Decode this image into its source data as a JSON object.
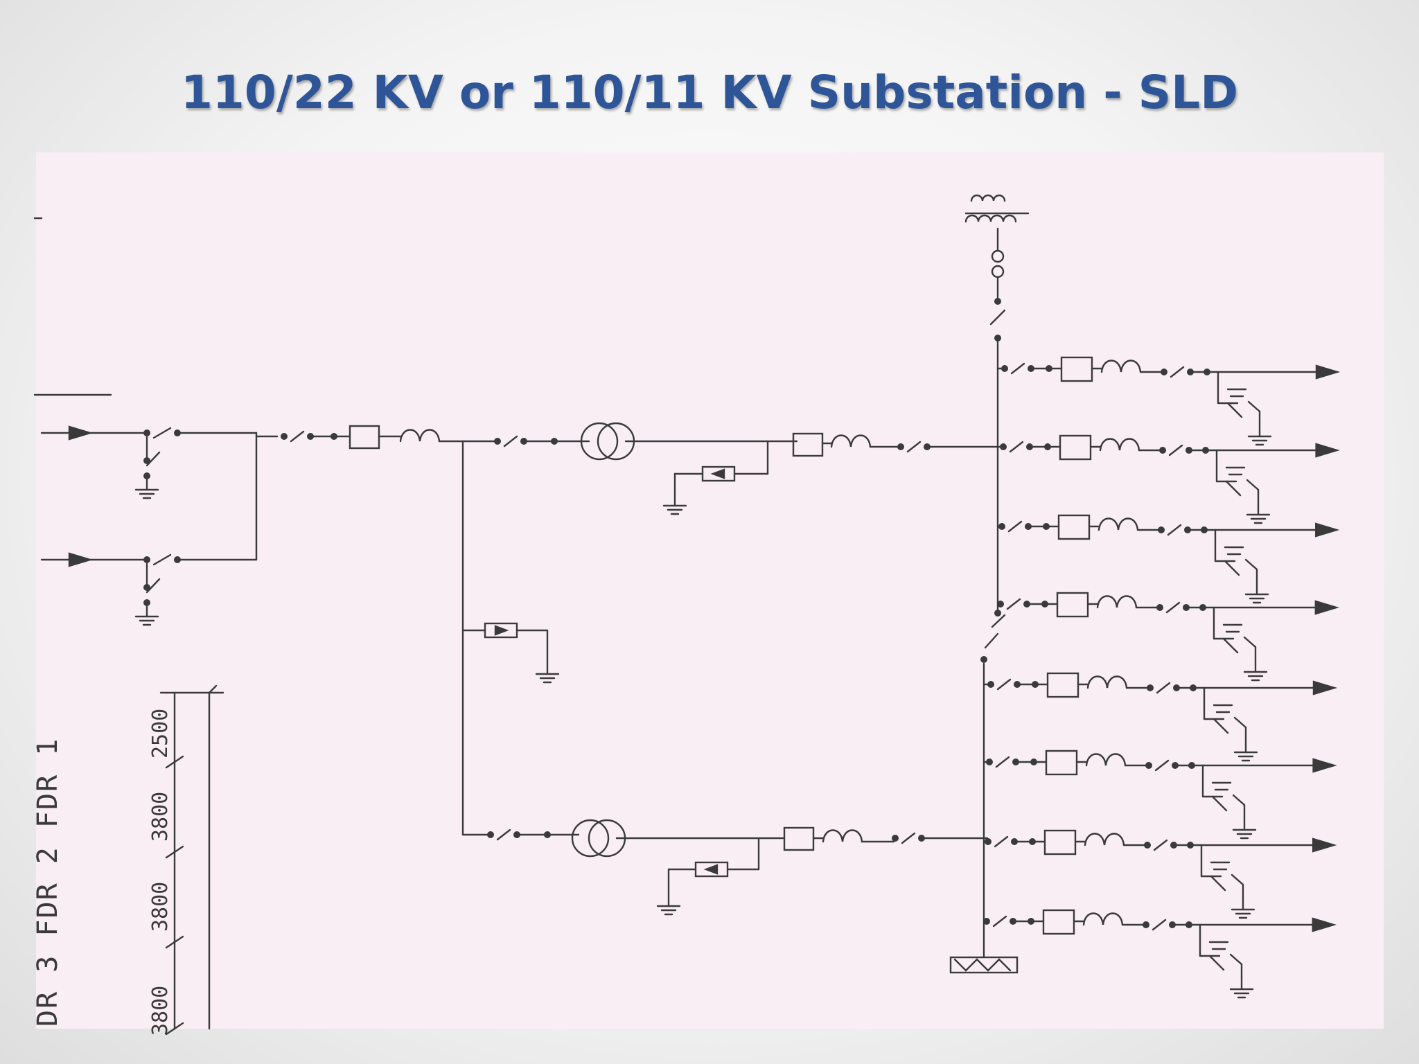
{
  "slide": {
    "title": "110/22 KV or 110/11 KV Substation - SLD"
  },
  "diagram": {
    "dimensions": [
      "2500",
      "3800",
      "3800",
      "3800"
    ],
    "feeder_labels_text": "DR 3  FDR 2  FDR 1",
    "colors": {
      "title": "#2e5597",
      "paper": "#f8eef4",
      "ink": "#3a3a3a"
    }
  }
}
